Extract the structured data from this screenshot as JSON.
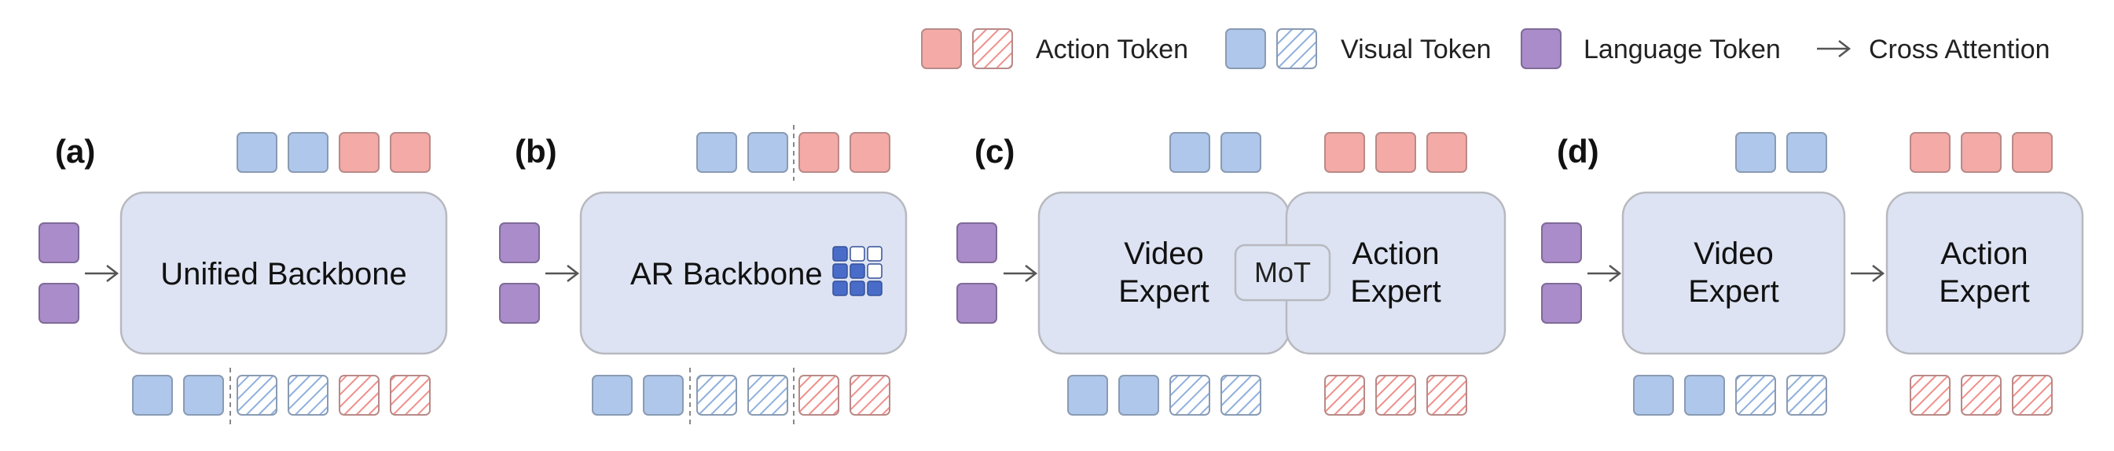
{
  "legend": {
    "action_token": "Action Token",
    "visual_token": "Visual Token",
    "language_token": "Language Token",
    "cross_attention": "Cross Attention"
  },
  "colors": {
    "action": "#f4aaa6",
    "action_border": "#b88a88",
    "action_hatch": "#ef8f8a",
    "visual": "#aec7ea",
    "visual_border": "#8a9bb3",
    "visual_hatch": "#8fb0dd",
    "language": "#a98cc9",
    "language_border": "#7f6a98",
    "backbone_fill": "#dde3f2",
    "backbone_border": "#b7b9bf",
    "grid_fill": "#4a6cc9"
  },
  "panels": {
    "a": {
      "label": "(a)",
      "backbone": "Unified Backbone"
    },
    "b": {
      "label": "(b)",
      "backbone": "AR Backbone"
    },
    "c": {
      "label": "(c)",
      "video_expert": [
        "Video",
        "Expert"
      ],
      "action_expert": [
        "Action",
        "Expert"
      ],
      "mot": "MoT"
    },
    "d": {
      "label": "(d)",
      "video_expert": [
        "Video",
        "Expert"
      ],
      "action_expert": [
        "Action",
        "Expert"
      ]
    }
  }
}
